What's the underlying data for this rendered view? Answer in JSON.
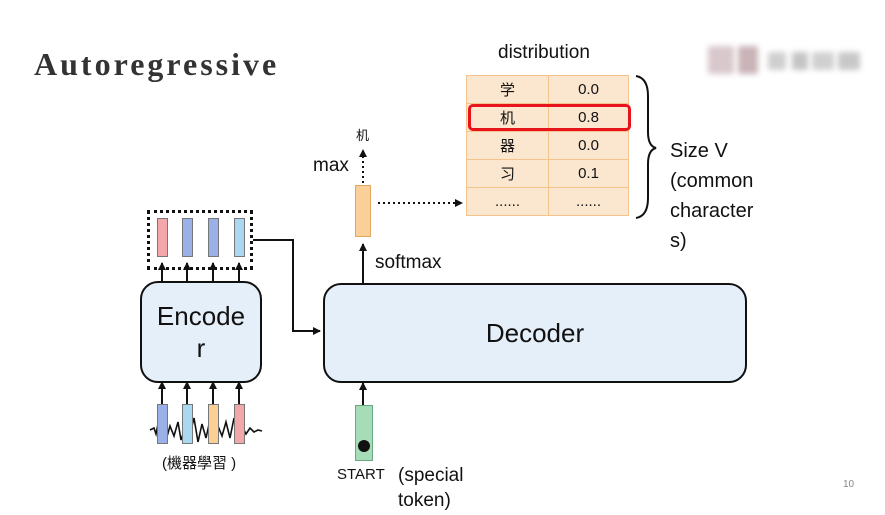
{
  "title": "Autoregressive",
  "encoder_label": "Encode\nr",
  "decoder_label": "Decoder",
  "softmax_label": "softmax",
  "max_label": "max",
  "max_output": "机",
  "distribution_label": "distribution",
  "distribution_rows": [
    {
      "char": "学",
      "prob": "0.0"
    },
    {
      "char": "机",
      "prob": "0.8"
    },
    {
      "char": "器",
      "prob": "0.0"
    },
    {
      "char": "习",
      "prob": "0.1"
    },
    {
      "char": "......",
      "prob": "......"
    }
  ],
  "highlighted_row": 1,
  "size_label": "Size V\n(common\ncharacter\ns)",
  "input_caption": "(機器學習 )",
  "start_label": "START",
  "start_note": "(special\ntoken)",
  "page_number": "10",
  "colors": {
    "box_fill": "#e4eff9",
    "table_fill": "#fbe7cf",
    "highlight": "#e8141c",
    "bar_red": "#f2a7ab",
    "bar_blue": "#9ab1e8",
    "bar_cyan": "#a9d8f0",
    "bar_orange": "#fbcf98",
    "bar_green": "#a7dcb8"
  }
}
